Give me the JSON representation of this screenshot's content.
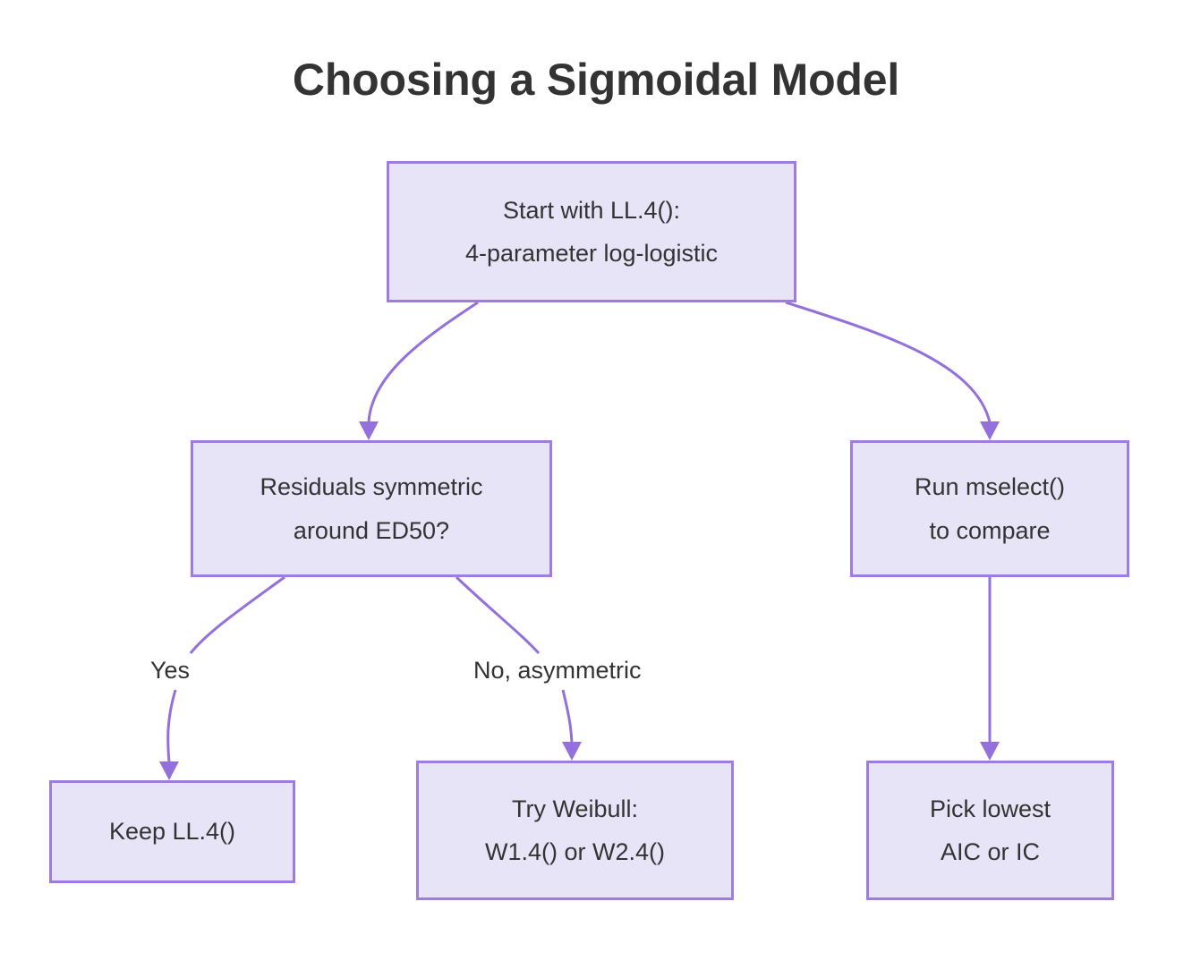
{
  "diagram": {
    "title": "Choosing a Sigmoidal Model",
    "type": "flowchart",
    "direction": "top-down",
    "theme": {
      "node_fill": "#e8e4f7",
      "node_border": "#9f7de0",
      "edge_stroke": "#9370db",
      "text_color": "#333333",
      "background": "#ffffff"
    },
    "nodes": [
      {
        "id": "start",
        "name": "start-node",
        "lines": [
          "Start with LL.4():",
          "4-parameter log-logistic"
        ]
      },
      {
        "id": "residuals",
        "name": "residuals-decision-node",
        "lines": [
          "Residuals symmetric",
          "around ED50?"
        ]
      },
      {
        "id": "mselect",
        "name": "mselect-node",
        "lines": [
          "Run mselect()",
          "to compare"
        ]
      },
      {
        "id": "keep",
        "name": "keep-ll4-node",
        "lines": [
          "Keep LL.4()"
        ]
      },
      {
        "id": "weibull",
        "name": "weibull-node",
        "lines": [
          "Try Weibull:",
          "W1.4() or W2.4()"
        ]
      },
      {
        "id": "pick",
        "name": "pick-lowest-node",
        "lines": [
          "Pick lowest",
          "AIC or IC"
        ]
      }
    ],
    "edges": [
      {
        "id": "start-residuals",
        "from": "start",
        "to": "residuals",
        "label": ""
      },
      {
        "id": "start-mselect",
        "from": "start",
        "to": "mselect",
        "label": ""
      },
      {
        "id": "residuals-keep",
        "from": "residuals",
        "to": "keep",
        "label": "Yes"
      },
      {
        "id": "residuals-weibull",
        "from": "residuals",
        "to": "weibull",
        "label": "No, asymmetric"
      },
      {
        "id": "mselect-pick",
        "from": "mselect",
        "to": "pick",
        "label": ""
      }
    ]
  }
}
